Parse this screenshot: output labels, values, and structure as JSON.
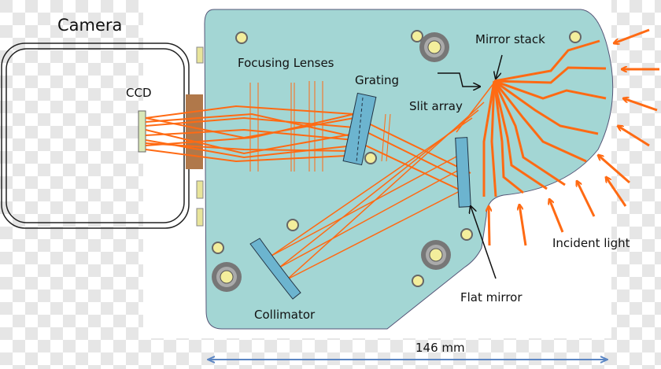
{
  "labels": {
    "camera": "Camera",
    "ccd": "CCD",
    "focusing_lenses": "Focusing Lenses",
    "grating": "Grating",
    "mirror_stack": "Mirror stack",
    "slit_array": "Slit array",
    "incident_light": "Incident light",
    "flat_mirror": "Flat mirror",
    "collimator": "Collimator",
    "scale": "146 mm"
  },
  "colors": {
    "plate": "#a3d6d4",
    "beam": "#ff6a13",
    "optic": "#6cb4cf",
    "scale_arrow": "#5b86c4"
  }
}
